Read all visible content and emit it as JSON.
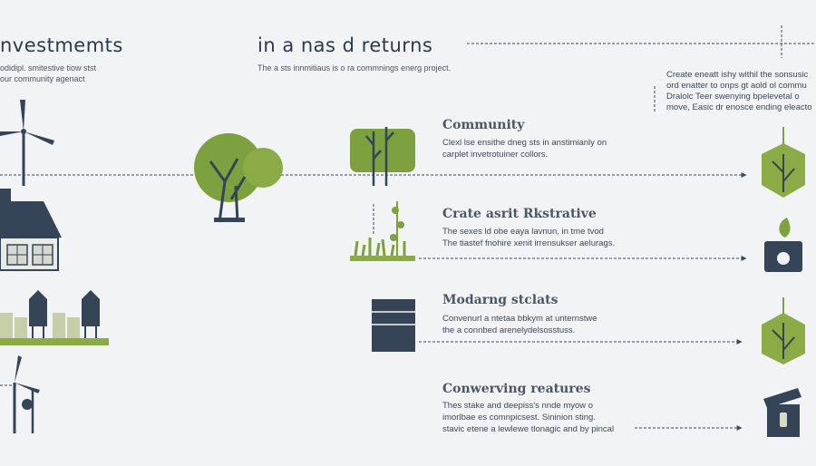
{
  "header": {
    "title_left": "nvestmemts",
    "title_center": "in a nas d returns",
    "subtitle_left": [
      "odidipl. smitestive tiow stst",
      "our community agenact"
    ],
    "subtitle_center": "The a sts innmitiaus is o ra commnings energ project."
  },
  "right_note": [
    "Create eneatt ishy withil the sonsusic",
    "ord enatter to onps gt aold ol commu",
    "Dralolc Teer swenying bpelevetal o",
    "move, Easic dr enosce ending eleacto"
  ],
  "sections": [
    {
      "heading": "Community",
      "lines": [
        "Clexl lse ensithe dneg sts in anstimianly on",
        "carplet invetrotuiner collors."
      ]
    },
    {
      "heading": "Crate asrit Rkstrative",
      "lines": [
        "The sexes ld obe eaya lavnun, in tme tvod",
        "The tiastef fnohire xenit irrensukser aelurags."
      ]
    },
    {
      "heading": "Modarng stclats",
      "lines": [
        "Convenurl a ntetaa bbkym at unternstwe",
        "the a connbed arenelydelsosstuss."
      ]
    },
    {
      "heading": "Conwerving reatures",
      "lines": [
        "Thes stake and deepiss's nnde myow o",
        "imorlbae es comnpicsest. Sininion sting.",
        "stavic etene a lewlewe tlonagic and by pincal"
      ]
    }
  ],
  "colors": {
    "green": "#7ea13f",
    "navy": "#354457",
    "background": "#f1f3f4",
    "accent_olive": "#8aab45"
  },
  "icons": [
    "wind-turbine-icon",
    "house-icon",
    "solar-farm-icon",
    "tree-icon",
    "forest-icon",
    "seedling-icon",
    "battery-icon",
    "leaf-hexagon-icon",
    "plant-pot-icon",
    "recycle-bin-icon"
  ]
}
